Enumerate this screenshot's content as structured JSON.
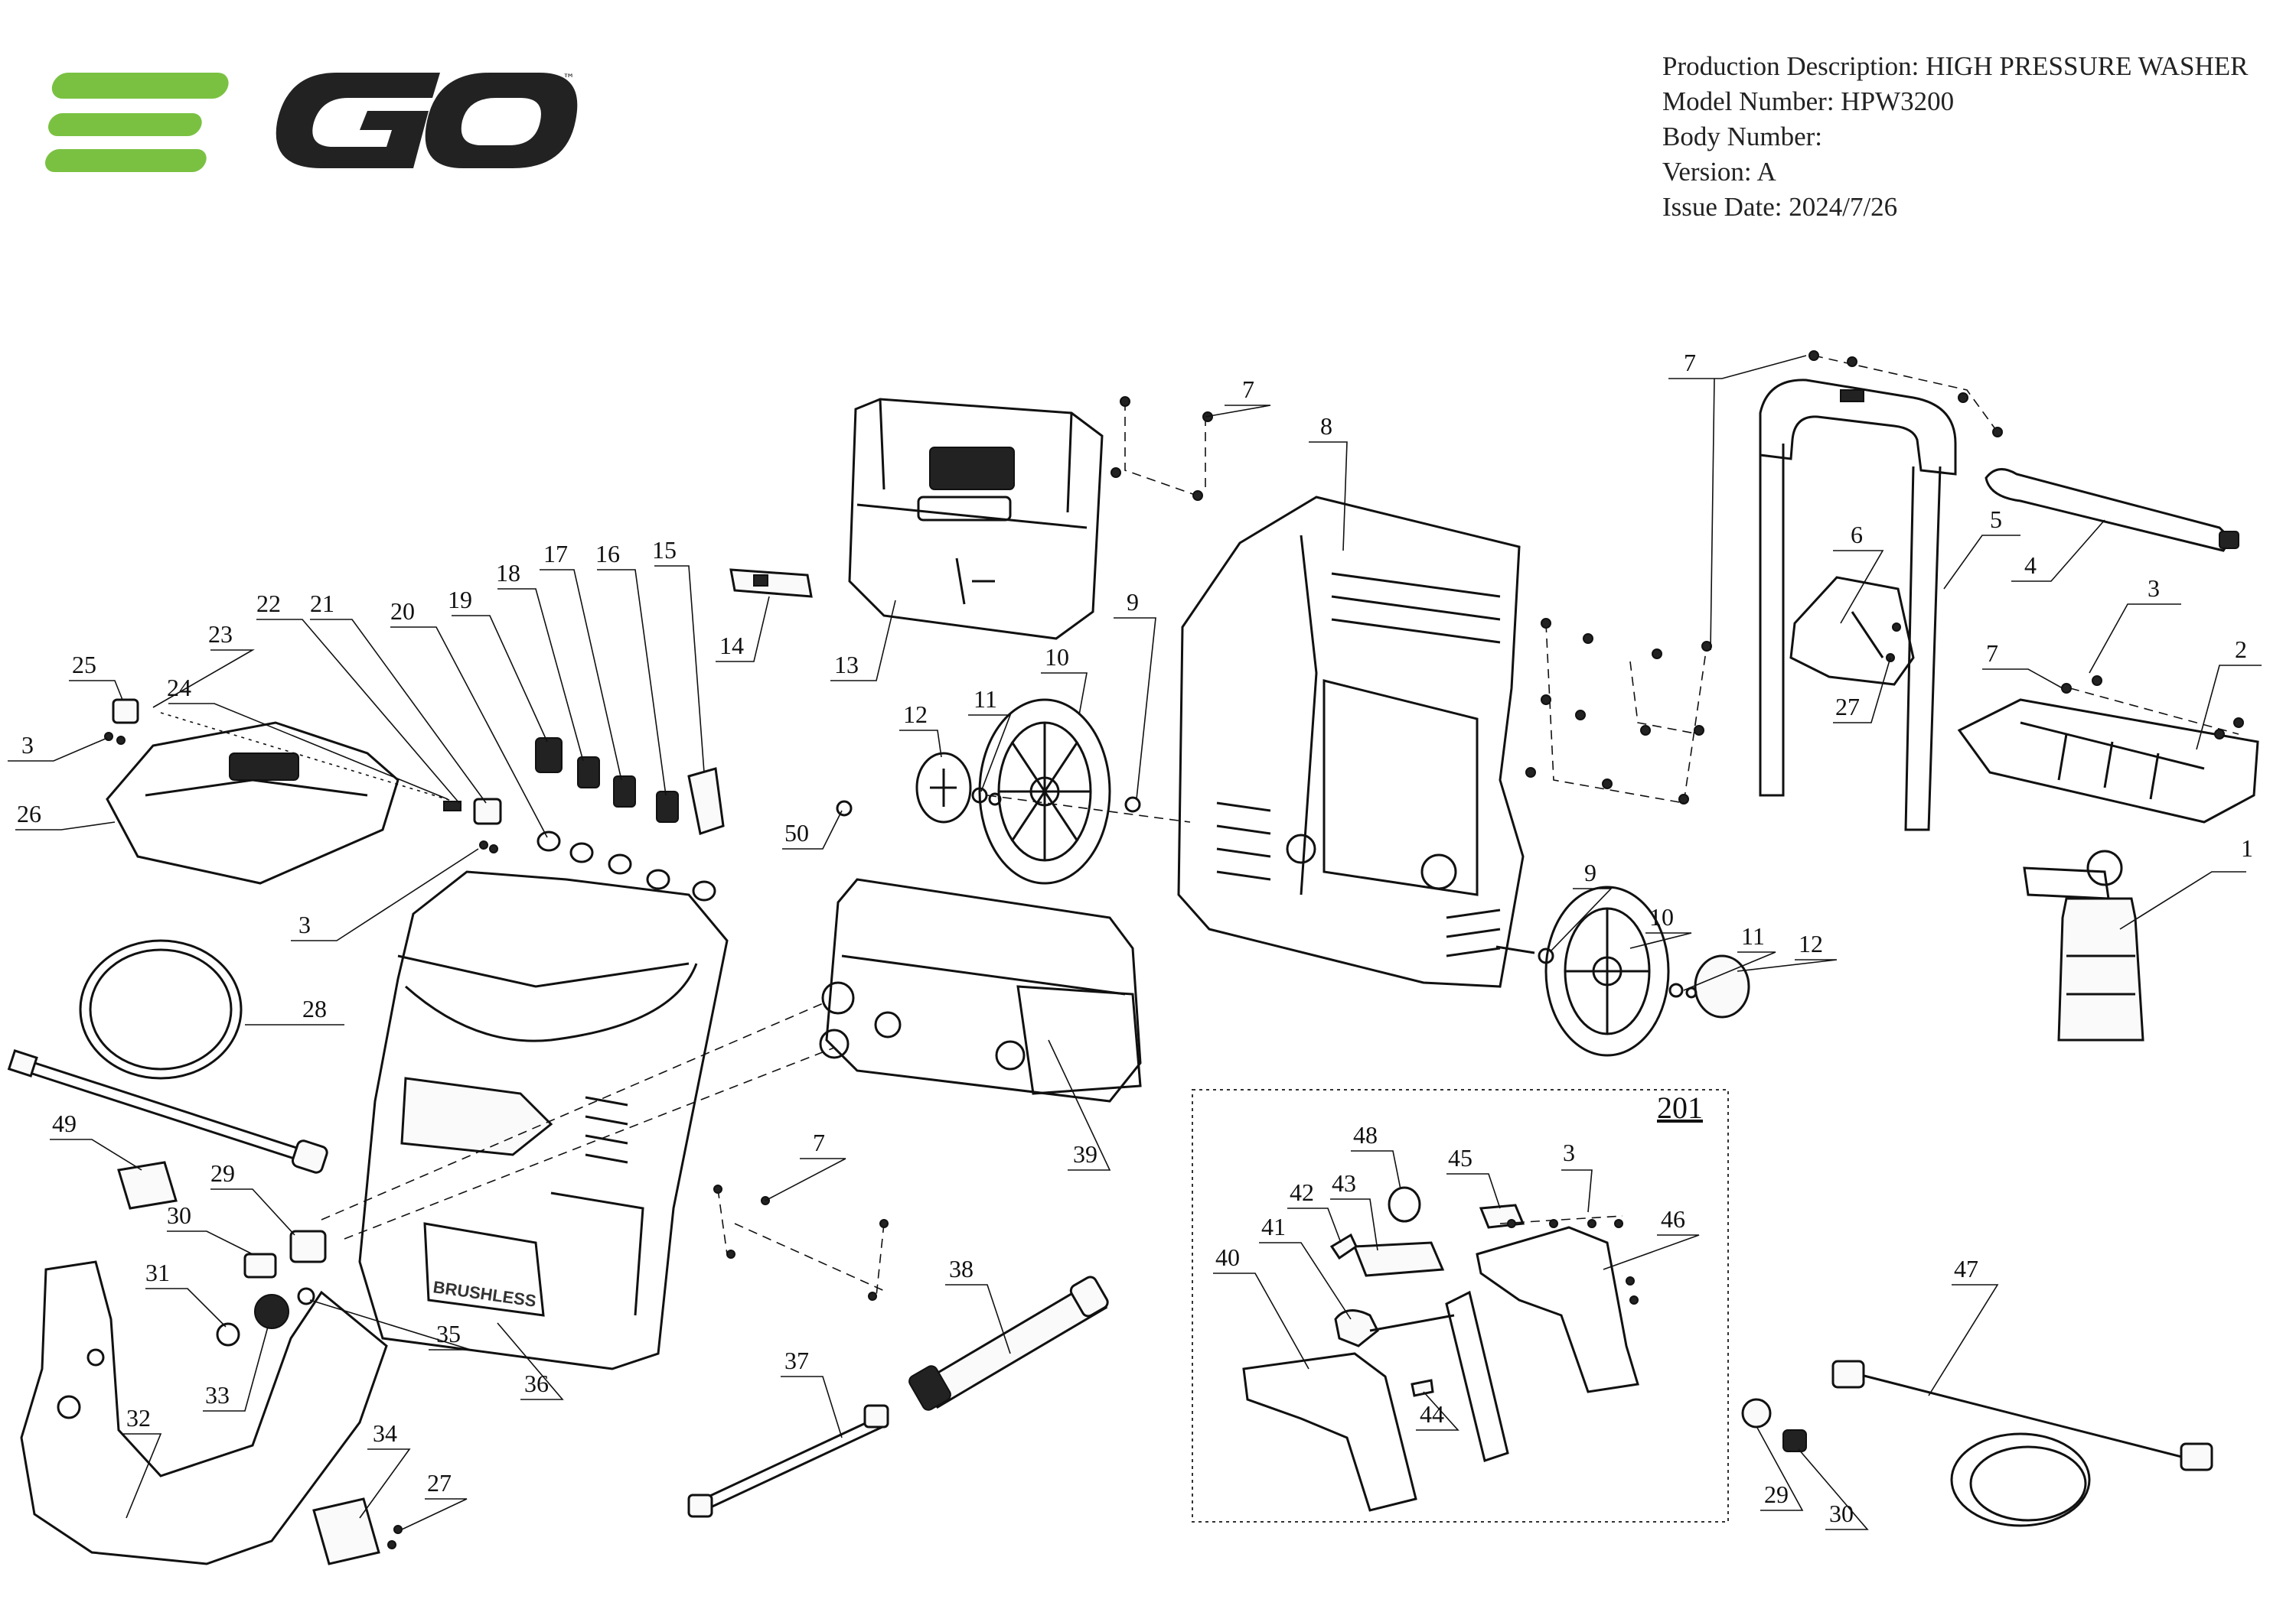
{
  "brand": {
    "logo_text": "EGO",
    "trademark": "™",
    "colors": {
      "green": "#7ac142",
      "dark": "#222222"
    }
  },
  "info": {
    "production_description": "Production Description: HIGH PRESSURE WASHER",
    "model_number": "Model Number: HPW3200",
    "body_number": "Body Number:",
    "version": "Version: A",
    "issue_date": "Issue Date: 2024/7/26"
  },
  "kit_box_label": "201",
  "callouts": {
    "c1": "1",
    "c2": "2",
    "c3a": "3",
    "c3b": "3",
    "c3c": "3",
    "c3d": "3",
    "c4": "4",
    "c5": "5",
    "c6": "6",
    "c7a": "7",
    "c7b": "7",
    "c7c": "7",
    "c7d": "7",
    "c8": "8",
    "c9a": "9",
    "c9b": "9",
    "c10a": "10",
    "c10b": "10",
    "c11a": "11",
    "c11b": "11",
    "c12a": "12",
    "c12b": "12",
    "c13": "13",
    "c14": "14",
    "c15": "15",
    "c16": "16",
    "c17": "17",
    "c18": "18",
    "c19": "19",
    "c20": "20",
    "c21": "21",
    "c22": "22",
    "c23": "23",
    "c24": "24",
    "c25": "25",
    "c26": "26",
    "c27a": "27",
    "c27b": "27",
    "c28": "28",
    "c29a": "29",
    "c29b": "29",
    "c30a": "30",
    "c30b": "30",
    "c31": "31",
    "c32": "32",
    "c33": "33",
    "c34": "34",
    "c35": "35",
    "c36": "36",
    "c37": "37",
    "c38": "38",
    "c39": "39",
    "c40": "40",
    "c41": "41",
    "c42": "42",
    "c43": "43",
    "c44": "44",
    "c45": "45",
    "c46": "46",
    "c47": "47",
    "c48": "48",
    "c49": "49",
    "c50": "50"
  },
  "body_text": {
    "brushless": "BRUSHLESS"
  }
}
